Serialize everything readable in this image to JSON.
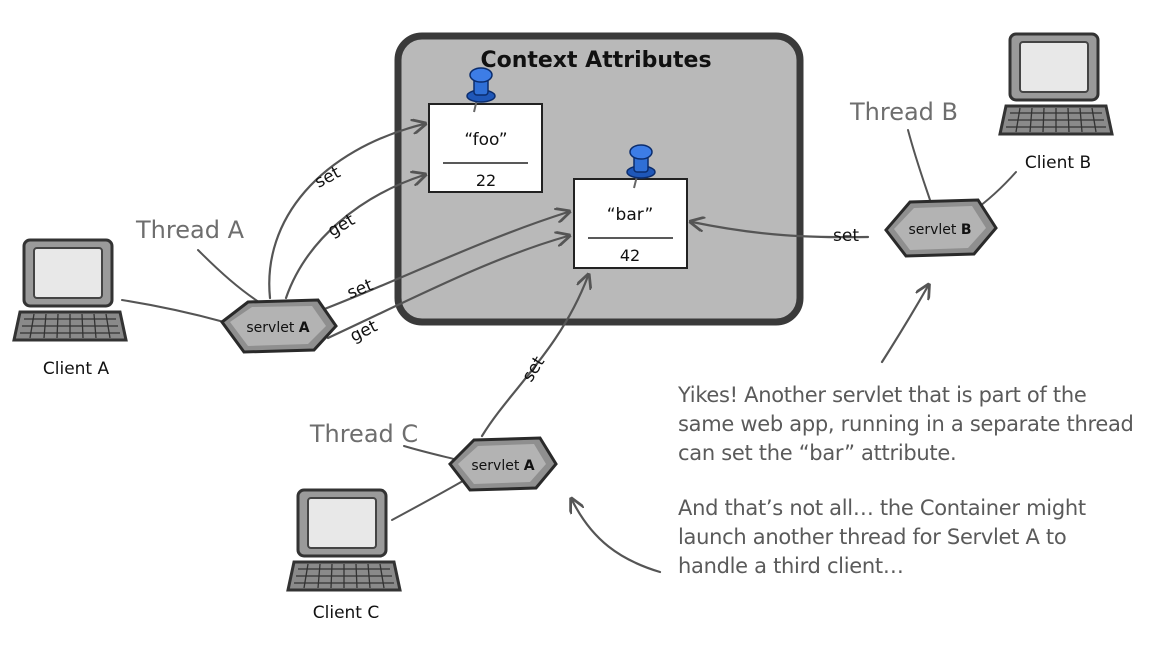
{
  "title": "Context Attributes",
  "attributes": [
    {
      "name": "“foo”",
      "value": "22"
    },
    {
      "name": "“bar”",
      "value": "42"
    }
  ],
  "servlets": {
    "a_main": {
      "prefix": "servlet ",
      "letter": "A"
    },
    "b": {
      "prefix": "servlet ",
      "letter": "B"
    },
    "a_second": {
      "prefix": "servlet ",
      "letter": "A"
    }
  },
  "threads": {
    "a": "Thread A",
    "b": "Thread B",
    "c": "Thread C"
  },
  "clients": {
    "a": "Client A",
    "b": "Client B",
    "c": "Client C"
  },
  "operations": {
    "set_foo_a": "set",
    "get_foo_a": "get",
    "set_bar_a": "set",
    "get_bar_a": "get",
    "set_bar_b": "set",
    "set_bar_c": "set"
  },
  "notes": {
    "yikes": [
      "Yikes! Another servlet that is part of the",
      "same web app, running in a separate thread",
      "can set the “bar” attribute."
    ],
    "notall": [
      "And that’s not all… the Container might",
      "launch another thread for Servlet A to",
      "handle a third client…"
    ]
  }
}
